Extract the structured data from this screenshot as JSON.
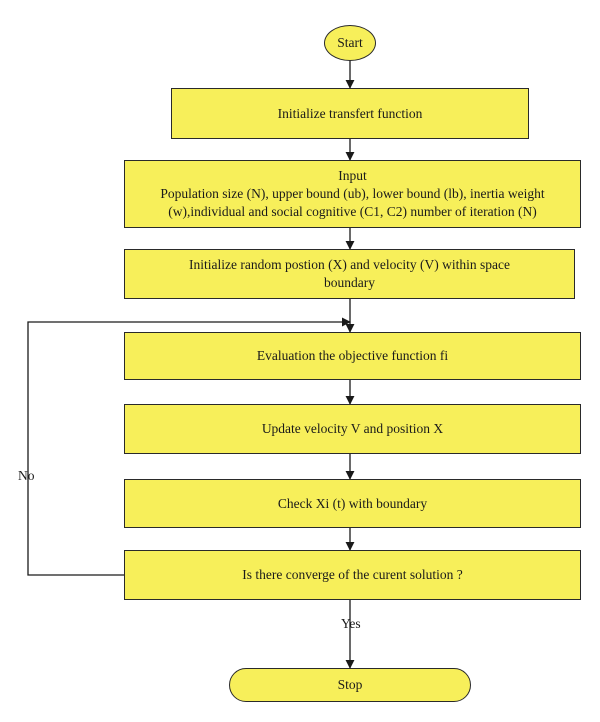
{
  "flowchart": {
    "start": "Start",
    "stop": "Stop",
    "steps": {
      "init_transfer": "Initialize transfert function",
      "input_title": "Input",
      "input_line1": "Population size (N), upper bound (ub), lower bound (lb), inertia weight",
      "input_line2": "(w),individual and social cognitive (C1, C2) number of iteration (N)",
      "init_random_line1": "Initialize random postion (X) and velocity (V) within space",
      "init_random_line2": "boundary",
      "evaluate": "Evaluation the objective function fi",
      "update": "Update velocity V and position X",
      "check": "Check Xi (t) with boundary",
      "converge": "Is there converge of the curent solution ?"
    },
    "labels": {
      "no": "No",
      "yes": "Yes"
    }
  },
  "colors": {
    "node_fill": "#f7ef5a",
    "stroke": "#2a2a2a"
  }
}
